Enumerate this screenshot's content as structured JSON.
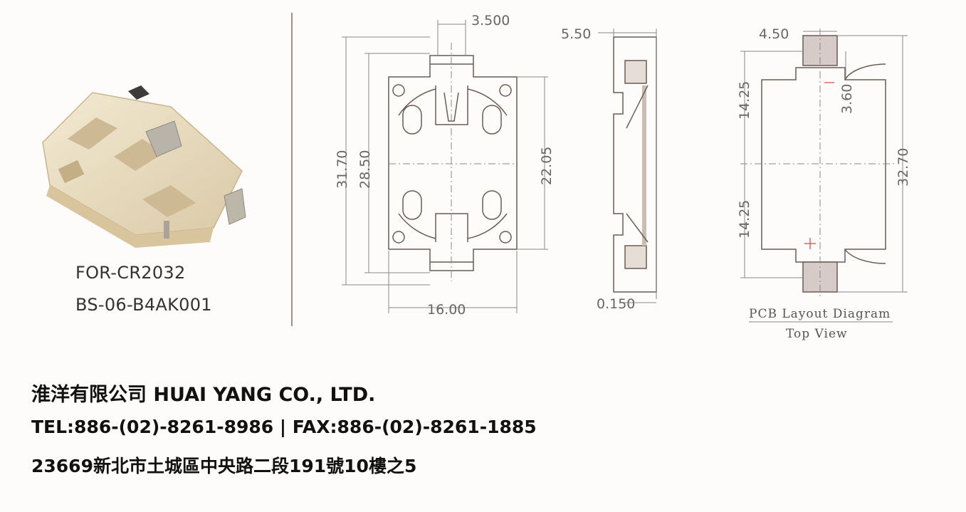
{
  "product": {
    "battery": "FOR-CR2032",
    "part_number": "BS-06-B4AK001"
  },
  "front_view": {
    "dims": [
      "3.500",
      "31.70",
      "28.50",
      "22.05",
      "16.00"
    ]
  },
  "side_view": {
    "dims": [
      "5.50",
      "0.150"
    ]
  },
  "pcb_layout": {
    "dims": [
      "4.50",
      "3.60",
      "14.25",
      "14.25",
      "32.70"
    ],
    "caption_title": "PCB Layout Diagram",
    "caption_sub": "Top View"
  },
  "company": {
    "name": "淮洋有限公司 HUAI YANG CO., LTD.",
    "contact": "TEL:886-(02)-8261-8986 | FAX:886-(02)-8261-1885",
    "address": "23669新北市土城區中央路二段191號10樓之5"
  },
  "colors": {
    "line": "#6d5a55",
    "plastic": "#eadfc4",
    "mark": "#d9443a",
    "text": "#111111"
  }
}
